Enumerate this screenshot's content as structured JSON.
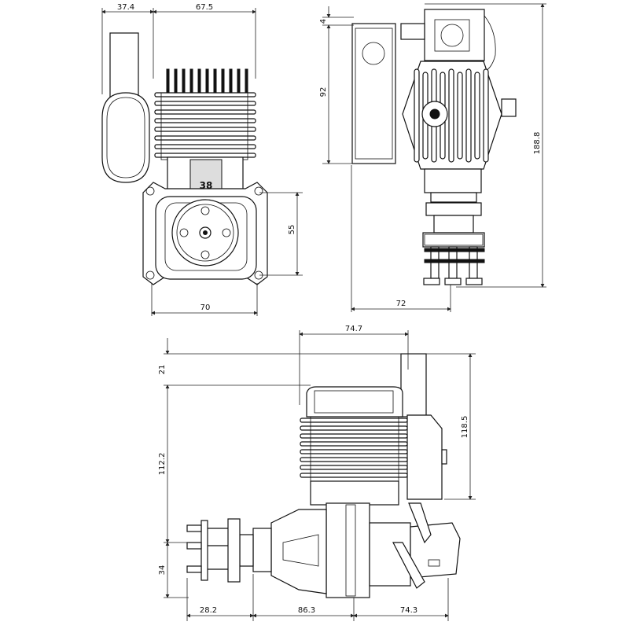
{
  "drawing": {
    "front_view": {
      "dimensions": {
        "muffler_width": "37.4",
        "body_width": "67.5",
        "mount_height": "55",
        "mount_width": "70"
      }
    },
    "side_view": {
      "dimensions": {
        "top_offset": "4",
        "muffler_height": "92",
        "overall_height": "188.8",
        "mount_width": "72"
      }
    },
    "top_view": {
      "dimensions": {
        "cylinder_width": "74.7",
        "muffler_offset": "21",
        "head_to_axis": "112.2",
        "muffler_height": "118.5",
        "prop_offset": "34",
        "hub_length": "28.2",
        "crank_length": "86.3",
        "rear_length": "74.3"
      }
    },
    "engine_badge": {
      "model": "38"
    }
  }
}
